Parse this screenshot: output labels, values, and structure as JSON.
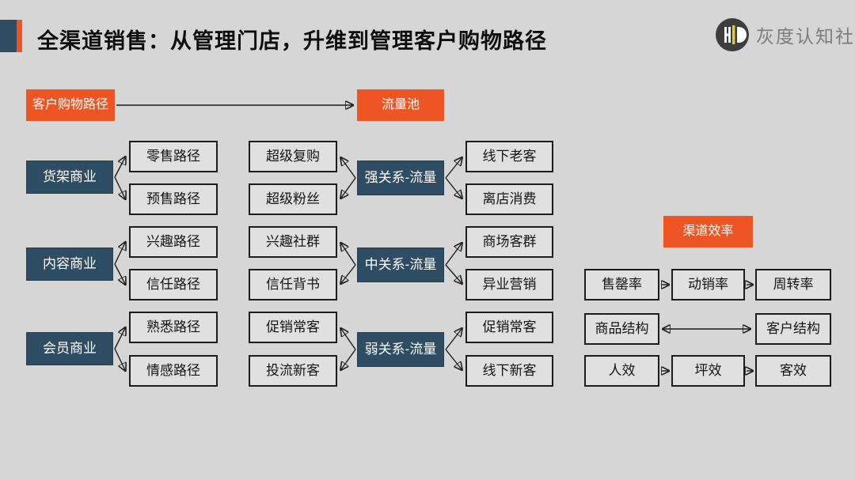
{
  "header": {
    "title": "全渠道销售：从管理门店，升维到管理客户购物路径",
    "logo": {
      "monogram": "HD",
      "name": "灰度认知社"
    }
  },
  "flow": {
    "source": "客户购物路径",
    "target": "流量池"
  },
  "diagram": {
    "business": [
      "货架商业",
      "内容商业",
      "会员商业"
    ],
    "paths": [
      "零售路径",
      "预售路径",
      "兴趣路径",
      "信任路径",
      "熟悉路径",
      "情感路径"
    ],
    "assets": [
      "超级复购",
      "超级粉丝",
      "兴趣社群",
      "信任背书",
      "促销常客",
      "投流新客"
    ],
    "relations": [
      "强关系-流量",
      "中关系-流量",
      "弱关系-流量"
    ],
    "channels": [
      "线下老客",
      "离店消费",
      "商场客群",
      "异业营销",
      "促销常客",
      "线下新客"
    ]
  },
  "efficiency": {
    "title": "渠道效率",
    "row1": [
      "售罄率",
      "动销率",
      "周转率"
    ],
    "row2": [
      "商品结构",
      "客户结构"
    ],
    "row3": [
      "人效",
      "坪效",
      "客效"
    ]
  },
  "colors": {
    "orange": "#ef5423",
    "dark_blue": "#2e4d63",
    "background": "#d6d6d6"
  }
}
